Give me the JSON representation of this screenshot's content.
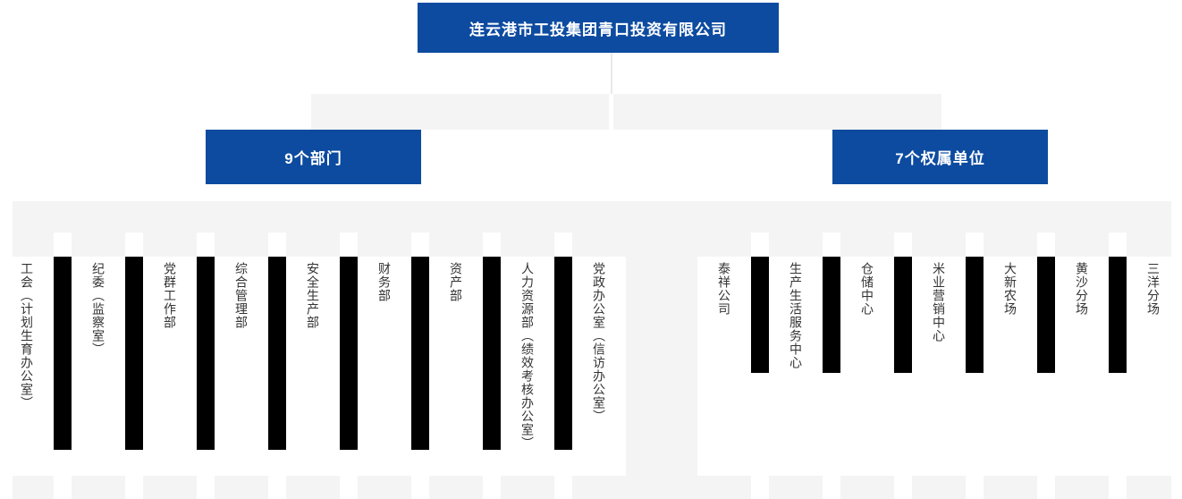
{
  "org": {
    "root": "连云港市工投集团青口投资有限公司",
    "groups": [
      {
        "label": "9个部门",
        "items": [
          "工会（计划生育办公室）",
          "纪委（监察室）",
          "党群工作部",
          "综合管理部",
          "安全生产部",
          "财务部",
          "资产部",
          "人力资源部（绩效考核办公室）",
          "党政办公室（信访办公室）"
        ]
      },
      {
        "label": "7个权属单位",
        "items": [
          "泰祥公司",
          "生产生活服务中心",
          "仓储中心",
          "米业营销中心",
          "大新农场",
          "黄沙分场",
          "三洋分场"
        ]
      }
    ]
  },
  "colors": {
    "primary_blue": "#0d4ba0",
    "band_gray": "#f4f4f5",
    "divider_black": "#000000",
    "label_text": "#333333",
    "box_text": "#ffffff"
  }
}
